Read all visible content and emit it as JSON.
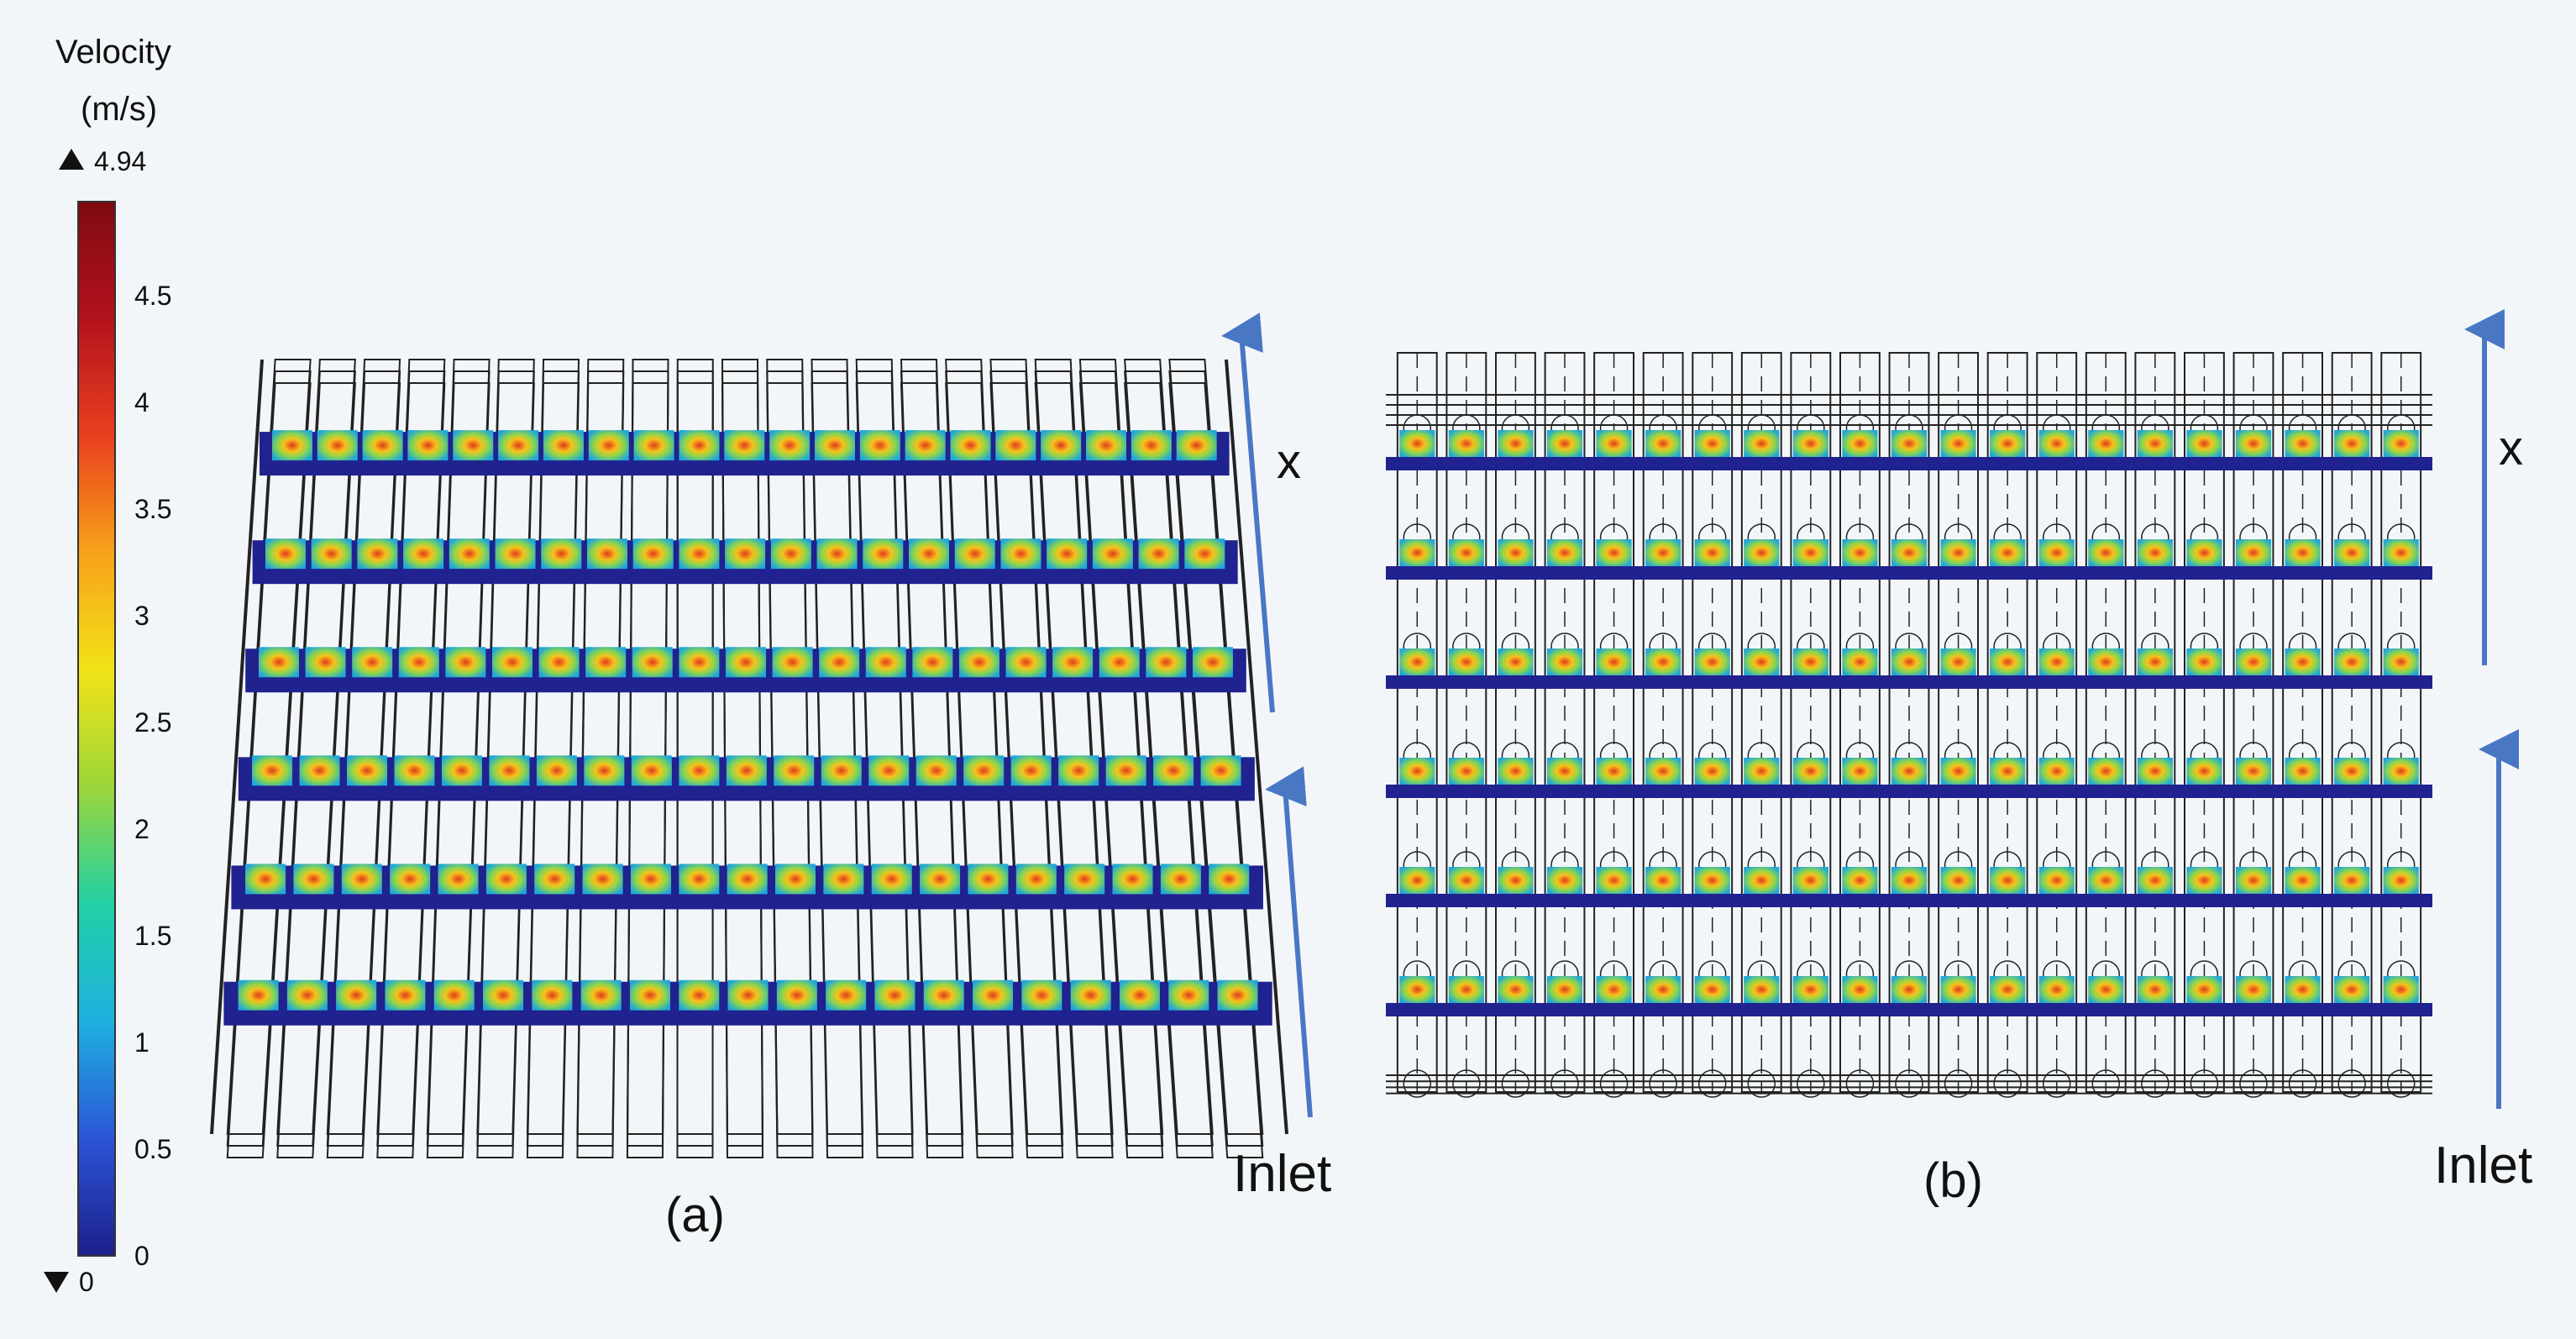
{
  "colorbar": {
    "title_line1": "Velocity",
    "title_line2": "(m/s)",
    "max_label": "4.94",
    "min_label": "0",
    "ticks": [
      "4.5",
      "4",
      "3.5",
      "3",
      "2.5",
      "2",
      "1.5",
      "1",
      "0.5",
      "0"
    ],
    "tick_values": [
      4.5,
      4,
      3.5,
      3,
      2.5,
      2,
      1.5,
      1,
      0.5,
      0
    ],
    "range": [
      0,
      4.94
    ],
    "colors": [
      "#1c1f8a",
      "#2b55d6",
      "#1fb0e0",
      "#21d0a6",
      "#9bd63a",
      "#f2e318",
      "#f8a21a",
      "#e8401e",
      "#b3121d",
      "#7f0a12"
    ]
  },
  "panels": [
    {
      "label": "(a)",
      "inlet_label": "Inlet",
      "flow_label": "x",
      "rows": 6,
      "channels": 21,
      "view": "perspective"
    },
    {
      "label": "(b)",
      "inlet_label": "Inlet",
      "flow_label": "x",
      "rows": 6,
      "channels": 21,
      "view": "top"
    }
  ],
  "style": {
    "background": "#f3f6f9",
    "arrow_color": "#4a77c4",
    "wire_color": "#222222",
    "band_color": "#1f228f",
    "cell_edge": "#1fa8d8",
    "cell_mid": "#8fd64a",
    "cell_hot": "#e23a1c"
  }
}
